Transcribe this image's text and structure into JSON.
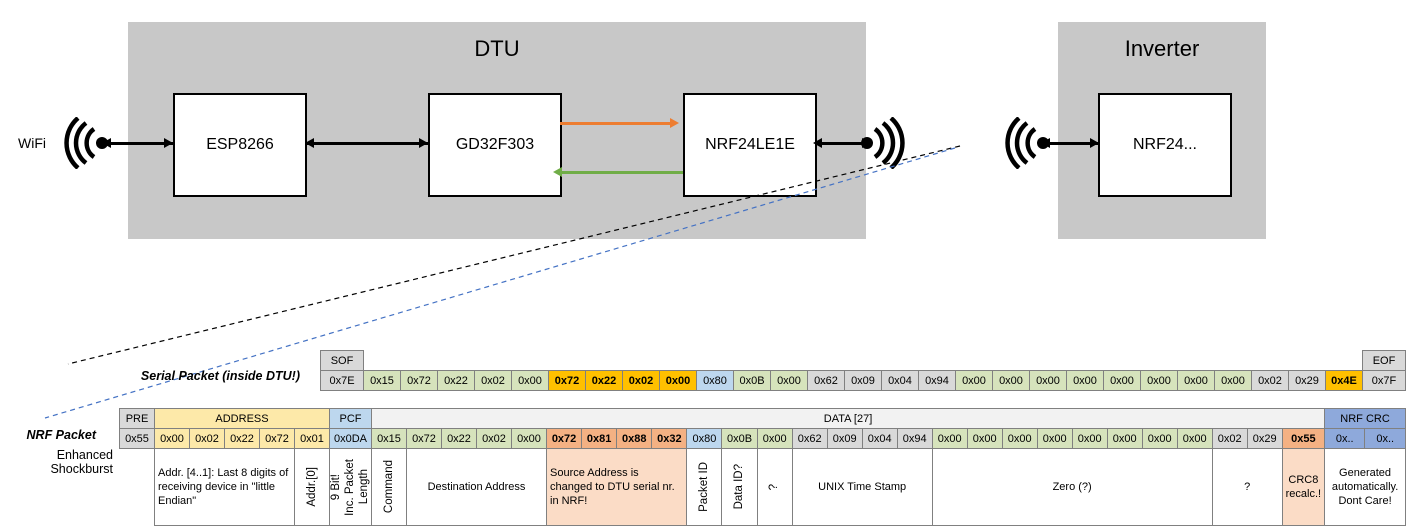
{
  "diagram": {
    "dtu": {
      "title": "DTU",
      "chips": [
        {
          "label": "ESP8266"
        },
        {
          "label": "GD32F303"
        },
        {
          "label": "NRF24LE1E"
        }
      ],
      "wifi_label": "WiFi"
    },
    "inverter": {
      "title": "Inverter",
      "chips": [
        {
          "label": "NRF24..."
        }
      ]
    },
    "link_colors": {
      "tx_to_nrf": "#ED7D31",
      "rx_from_nrf": "#70AD47",
      "wire": "#000000",
      "serial_guide": "#000000",
      "nrf_guide": "#4472C4"
    }
  },
  "serial_packet": {
    "label": "Serial Packet (inside DTU!)",
    "sof_header": "SOF",
    "eof_header": "EOF",
    "sof": "0x7E",
    "eof": "0x7F",
    "bytes": [
      {
        "v": "0x15",
        "fill": "f-green",
        "bold": false
      },
      {
        "v": "0x72",
        "fill": "f-green",
        "bold": false
      },
      {
        "v": "0x22",
        "fill": "f-green",
        "bold": false
      },
      {
        "v": "0x02",
        "fill": "f-green",
        "bold": false
      },
      {
        "v": "0x00",
        "fill": "f-green",
        "bold": false
      },
      {
        "v": "0x72",
        "fill": "f-orange",
        "bold": true
      },
      {
        "v": "0x22",
        "fill": "f-orange",
        "bold": true
      },
      {
        "v": "0x02",
        "fill": "f-orange",
        "bold": true
      },
      {
        "v": "0x00",
        "fill": "f-orange",
        "bold": true
      },
      {
        "v": "0x80",
        "fill": "f-blue",
        "bold": false
      },
      {
        "v": "0x0B",
        "fill": "f-green",
        "bold": false
      },
      {
        "v": "0x00",
        "fill": "f-green",
        "bold": false
      },
      {
        "v": "0x62",
        "fill": "f-grey",
        "bold": false
      },
      {
        "v": "0x09",
        "fill": "f-grey",
        "bold": false
      },
      {
        "v": "0x04",
        "fill": "f-grey",
        "bold": false
      },
      {
        "v": "0x94",
        "fill": "f-grey",
        "bold": false
      },
      {
        "v": "0x00",
        "fill": "f-green",
        "bold": false
      },
      {
        "v": "0x00",
        "fill": "f-green",
        "bold": false
      },
      {
        "v": "0x00",
        "fill": "f-green",
        "bold": false
      },
      {
        "v": "0x00",
        "fill": "f-green",
        "bold": false
      },
      {
        "v": "0x00",
        "fill": "f-green",
        "bold": false
      },
      {
        "v": "0x00",
        "fill": "f-green",
        "bold": false
      },
      {
        "v": "0x00",
        "fill": "f-green",
        "bold": false
      },
      {
        "v": "0x00",
        "fill": "f-green",
        "bold": false
      },
      {
        "v": "0x02",
        "fill": "f-grey",
        "bold": false
      },
      {
        "v": "0x29",
        "fill": "f-grey",
        "bold": false
      },
      {
        "v": "0x4E",
        "fill": "f-orange",
        "bold": true
      }
    ]
  },
  "nrf_packet": {
    "label": "NRF Packet",
    "sublabel": "Enhanced Shockburst",
    "headers": {
      "pre": "PRE",
      "address": "ADDRESS",
      "pcf": "PCF",
      "data": "DATA [27]",
      "nrf_crc": "NRF CRC"
    },
    "pre": "0x55",
    "address": [
      "0x00",
      "0x02",
      "0x22",
      "0x72",
      "0x01"
    ],
    "pcf": "0x0DA",
    "crc": [
      "0x..",
      "0x.."
    ],
    "bytes": [
      {
        "v": "0x15",
        "fill": "f-green",
        "bold": false
      },
      {
        "v": "0x72",
        "fill": "f-green",
        "bold": false
      },
      {
        "v": "0x22",
        "fill": "f-green",
        "bold": false
      },
      {
        "v": "0x02",
        "fill": "f-green",
        "bold": false
      },
      {
        "v": "0x00",
        "fill": "f-green",
        "bold": false
      },
      {
        "v": "0x72",
        "fill": "f-peach",
        "bold": true
      },
      {
        "v": "0x81",
        "fill": "f-peach",
        "bold": true
      },
      {
        "v": "0x88",
        "fill": "f-peach",
        "bold": true
      },
      {
        "v": "0x32",
        "fill": "f-peach",
        "bold": true
      },
      {
        "v": "0x80",
        "fill": "f-blue",
        "bold": false
      },
      {
        "v": "0x0B",
        "fill": "f-green",
        "bold": false
      },
      {
        "v": "0x00",
        "fill": "f-green",
        "bold": false
      },
      {
        "v": "0x62",
        "fill": "f-grey",
        "bold": false
      },
      {
        "v": "0x09",
        "fill": "f-grey",
        "bold": false
      },
      {
        "v": "0x04",
        "fill": "f-grey",
        "bold": false
      },
      {
        "v": "0x94",
        "fill": "f-grey",
        "bold": false
      },
      {
        "v": "0x00",
        "fill": "f-green",
        "bold": false
      },
      {
        "v": "0x00",
        "fill": "f-green",
        "bold": false
      },
      {
        "v": "0x00",
        "fill": "f-green",
        "bold": false
      },
      {
        "v": "0x00",
        "fill": "f-green",
        "bold": false
      },
      {
        "v": "0x00",
        "fill": "f-green",
        "bold": false
      },
      {
        "v": "0x00",
        "fill": "f-green",
        "bold": false
      },
      {
        "v": "0x00",
        "fill": "f-green",
        "bold": false
      },
      {
        "v": "0x00",
        "fill": "f-green",
        "bold": false
      },
      {
        "v": "0x02",
        "fill": "f-grey",
        "bold": false
      },
      {
        "v": "0x29",
        "fill": "f-grey",
        "bold": false
      },
      {
        "v": "0x55",
        "fill": "f-peach",
        "bold": true
      }
    ]
  },
  "descriptions": {
    "address": "Addr. [4..1]:\nLast 8 digits of receiving device in \"little Endian\"",
    "addr0": "Addr.[0]",
    "pcf": "9 Bit!",
    "pcf2": "Inc. Packet",
    "pcf3": "Length",
    "command": "Command",
    "destination": "Destination Address",
    "source": "Source Address is changed to DTU serial nr. in NRF!",
    "packet_id": "Packet ID",
    "data_id": "Data ID?",
    "unknown1": "?",
    "timestamp": "UNIX Time Stamp",
    "zero": "Zero (?)",
    "unknown2": "?",
    "crc8": "CRC8 recalc.!",
    "nrf_crc": "Generated automatically. Dont Care!"
  }
}
